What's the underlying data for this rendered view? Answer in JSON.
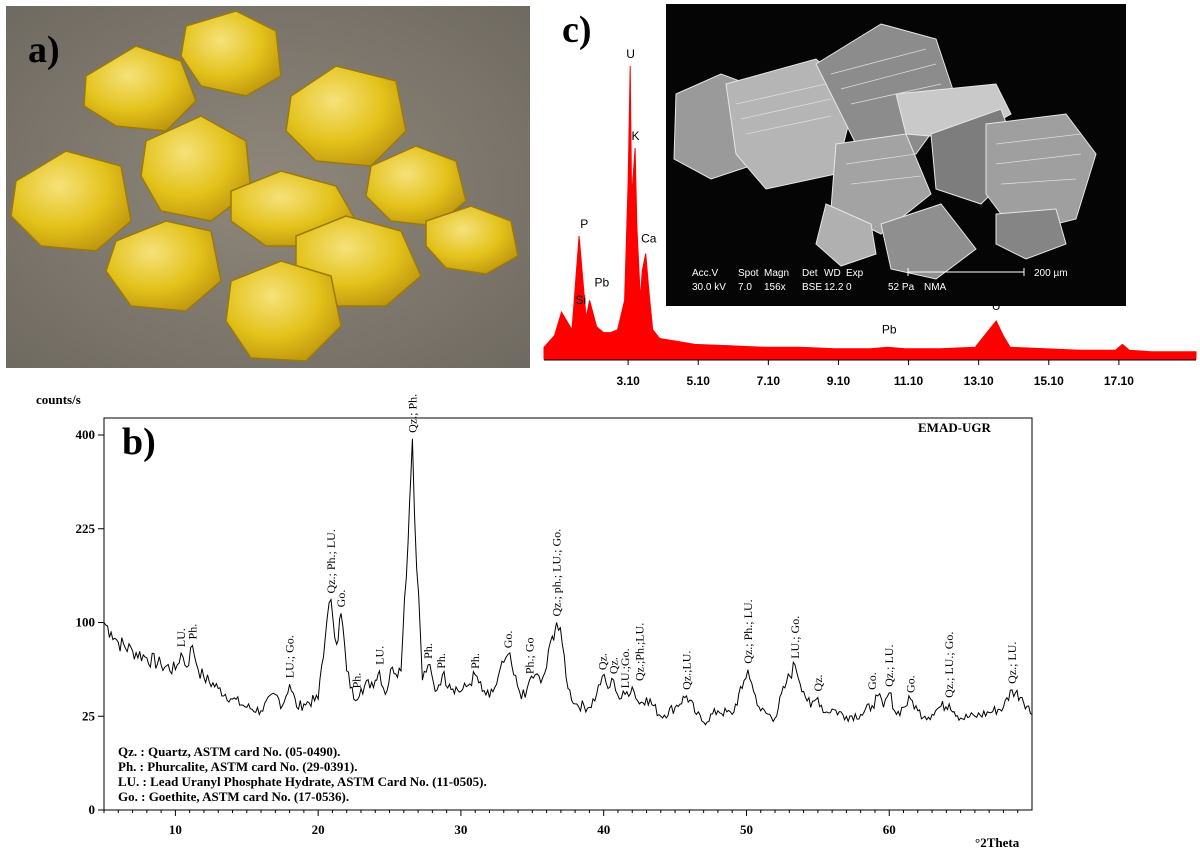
{
  "panels": {
    "a_label": "a)",
    "b_label": "b)",
    "c_label": "c)"
  },
  "sem": {
    "caption_top": [
      "Acc.V",
      "Spot",
      "Magn",
      "Det",
      "WD",
      "Exp"
    ],
    "caption_bottom": [
      "30.0 kV",
      "7.0",
      "156x",
      "BSE",
      "12.2",
      "0",
      "52 Pa",
      "NMA"
    ],
    "scale_label": "200 µm"
  },
  "colors": {
    "eds_fill": "#ff0000",
    "crystal": "#e8c81c",
    "photo_bg": "#8a8276"
  },
  "chart_data": [
    {
      "type": "area",
      "x": [
        0.7,
        1.0,
        1.2,
        1.5,
        1.7,
        1.9,
        2.0,
        2.2,
        2.4,
        2.6,
        2.8,
        3.0,
        3.1,
        3.16,
        3.2,
        3.3,
        3.35,
        3.45,
        3.5,
        3.6,
        3.7,
        3.8,
        4.0,
        4.5,
        5.0,
        6.0,
        7.0,
        8.0,
        9.0,
        10.0,
        10.5,
        11.0,
        12.0,
        13.0,
        13.4,
        13.6,
        13.8,
        14.0,
        15.0,
        16.0,
        17.0,
        17.2,
        17.4,
        18.0,
        19.3
      ],
      "values": [
        4,
        8,
        16,
        10,
        42,
        14,
        20,
        11,
        9,
        9,
        10,
        20,
        60,
        100,
        55,
        72,
        45,
        20,
        30,
        36,
        22,
        10,
        7,
        6,
        5,
        4.5,
        4,
        4,
        3.5,
        3.5,
        4,
        3.5,
        3.5,
        4,
        10,
        13,
        8,
        4,
        3.5,
        3,
        3,
        5,
        3,
        2.5,
        2.5
      ],
      "xticks": [
        "3.10",
        "5.10",
        "7.10",
        "9.10",
        "11.10",
        "13.10",
        "15.10",
        "17.10"
      ],
      "xlim": [
        0.7,
        19.3
      ],
      "ylim": [
        0,
        100
      ],
      "peak_labels": [
        {
          "x": 1.75,
          "y": 16,
          "label": "Si"
        },
        {
          "x": 1.85,
          "y": 42,
          "label": "P"
        },
        {
          "x": 2.35,
          "y": 22,
          "label": "Pb"
        },
        {
          "x": 3.17,
          "y": 100,
          "label": "U"
        },
        {
          "x": 3.31,
          "y": 72,
          "label": "K"
        },
        {
          "x": 3.69,
          "y": 37,
          "label": "Ca"
        },
        {
          "x": 10.55,
          "y": 6,
          "label": "Pb"
        },
        {
          "x": 13.6,
          "y": 14,
          "label": "U"
        }
      ]
    },
    {
      "type": "line",
      "ylabel": "counts/s",
      "xlabel": "°2Theta",
      "annotation": "EMAD-UGR",
      "xlim": [
        5,
        70
      ],
      "ylim": [
        0,
        400
      ],
      "xticks": [
        10,
        20,
        30,
        40,
        50,
        60
      ],
      "yticks": [
        0,
        25,
        100,
        225,
        400
      ],
      "x": [
        5.0,
        5.5,
        6.0,
        7.0,
        8.0,
        9.0,
        10.0,
        10.4,
        10.8,
        11.2,
        11.6,
        12.0,
        13.0,
        14.0,
        15.0,
        16.0,
        17.0,
        17.5,
        18.0,
        18.5,
        19.0,
        20.0,
        20.5,
        20.9,
        21.3,
        21.6,
        22.0,
        22.5,
        23.0,
        24.0,
        24.3,
        24.7,
        25.2,
        25.8,
        26.3,
        26.6,
        26.9,
        27.3,
        27.7,
        28.2,
        28.7,
        29.2,
        30.0,
        30.5,
        31.0,
        31.5,
        32.0,
        32.5,
        33.0,
        33.3,
        33.7,
        34.1,
        34.5,
        34.8,
        35.2,
        35.6,
        36.0,
        36.4,
        36.7,
        37.1,
        37.5,
        38.0,
        39.0,
        39.5,
        39.9,
        40.3,
        40.7,
        41.1,
        41.5,
        42.0,
        42.5,
        43.0,
        44.0,
        45.0,
        45.8,
        46.5,
        47.0,
        48.0,
        49.0,
        49.7,
        50.1,
        50.5,
        51.0,
        52.0,
        52.8,
        53.4,
        54.0,
        54.5,
        55.0,
        55.5,
        56.0,
        57.0,
        58.0,
        58.8,
        59.2,
        59.6,
        60.0,
        60.5,
        61.0,
        61.5,
        62.0,
        62.5,
        63.0,
        63.5,
        64.2,
        65.0,
        66.0,
        67.0,
        68.0,
        68.6,
        69.3,
        70.0
      ],
      "values": [
        100,
        90,
        80,
        72,
        66,
        60,
        56,
        70,
        58,
        77,
        56,
        50,
        42,
        35,
        30,
        28,
        38,
        31,
        45,
        30,
        32,
        35,
        85,
        126,
        78,
        110,
        55,
        35,
        42,
        48,
        55,
        38,
        58,
        55,
        205,
        392,
        165,
        48,
        60,
        40,
        52,
        45,
        40,
        44,
        52,
        40,
        36,
        45,
        62,
        69,
        52,
        40,
        36,
        48,
        52,
        46,
        58,
        86,
        100,
        78,
        42,
        32,
        30,
        38,
        51,
        42,
        48,
        35,
        38,
        43,
        32,
        36,
        25,
        30,
        37,
        26,
        22,
        28,
        26,
        42,
        56,
        40,
        28,
        24,
        46,
        60,
        40,
        30,
        36,
        27,
        29,
        25,
        26,
        31,
        37,
        30,
        39,
        26,
        30,
        35,
        28,
        25,
        26,
        30,
        32,
        24,
        25,
        27,
        30,
        41,
        36,
        26
      ],
      "peak_labels": [
        {
          "x": 10.4,
          "y": 70,
          "label": "LU."
        },
        {
          "x": 11.2,
          "y": 77,
          "label": "Ph."
        },
        {
          "x": 18.0,
          "y": 45,
          "label": "LU.; Go."
        },
        {
          "x": 20.9,
          "y": 126,
          "label": "Qz.; Ph.; LU."
        },
        {
          "x": 21.6,
          "y": 110,
          "label": "Go."
        },
        {
          "x": 22.7,
          "y": 38,
          "label": "Ph."
        },
        {
          "x": 24.3,
          "y": 55,
          "label": "LU."
        },
        {
          "x": 26.6,
          "y": 392,
          "label": "Qz.; Ph."
        },
        {
          "x": 27.7,
          "y": 60,
          "label": "Ph."
        },
        {
          "x": 28.6,
          "y": 52,
          "label": "Ph."
        },
        {
          "x": 31.0,
          "y": 52,
          "label": "Ph."
        },
        {
          "x": 33.3,
          "y": 69,
          "label": "Go."
        },
        {
          "x": 34.8,
          "y": 48,
          "label": "Ph.; Go"
        },
        {
          "x": 36.7,
          "y": 100,
          "label": "Qz.; ph.; LU.; Go."
        },
        {
          "x": 39.9,
          "y": 51,
          "label": "Qz."
        },
        {
          "x": 40.7,
          "y": 48,
          "label": "Qz."
        },
        {
          "x": 41.5,
          "y": 38,
          "label": "LU.;Go."
        },
        {
          "x": 42.5,
          "y": 43,
          "label": "Qz.;Ph.;LU."
        },
        {
          "x": 45.8,
          "y": 37,
          "label": "Qz.;LU."
        },
        {
          "x": 50.1,
          "y": 56,
          "label": "Qz.; Ph.; LU."
        },
        {
          "x": 53.4,
          "y": 60,
          "label": "LU.; Go."
        },
        {
          "x": 55.0,
          "y": 36,
          "label": "Qz."
        },
        {
          "x": 58.8,
          "y": 37,
          "label": "Go."
        },
        {
          "x": 60.0,
          "y": 39,
          "label": "Qz.; LU."
        },
        {
          "x": 61.5,
          "y": 35,
          "label": "Go."
        },
        {
          "x": 64.2,
          "y": 32,
          "label": "Qz.; LU.; Go."
        },
        {
          "x": 68.6,
          "y": 41,
          "label": "Qz.; LU."
        }
      ],
      "legend": [
        "Qz. : Quartz, ASTM card No. (05-0490).",
        "Ph. : Phurcalite, ASTM card No. (29-0391).",
        "LU. : Lead Uranyl Phosphate Hydrate, ASTM Card No. (11-0505).",
        "Go. : Goethite, ASTM card No. (17-0536)."
      ]
    }
  ]
}
